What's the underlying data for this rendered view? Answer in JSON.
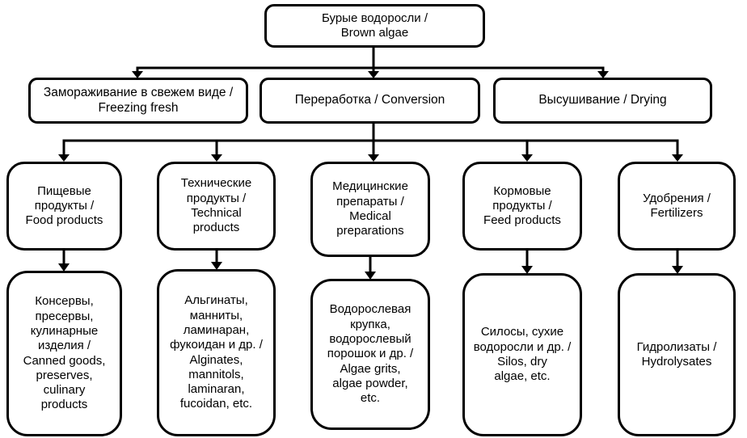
{
  "diagram": {
    "title": "Brown algae processing flowchart",
    "root": {
      "id": "brown-algae",
      "label": "Бурые водоросли /\nBrown algae"
    },
    "processes": [
      {
        "id": "freezing-fresh",
        "label": "Замораживание в свежем виде /\nFreezing fresh"
      },
      {
        "id": "conversion",
        "label": "Переработка / Conversion"
      },
      {
        "id": "drying",
        "label": "Высушивание / Drying"
      }
    ],
    "categories": [
      {
        "id": "food-products",
        "label": "Пищевые\nпродукты /\nFood products"
      },
      {
        "id": "technical-products",
        "label": "Технические\nпродукты /\nTechnical\nproducts"
      },
      {
        "id": "medical-preparations",
        "label": "Медицинские\nпрепараты /\nMedical\npreparations"
      },
      {
        "id": "feed-products",
        "label": "Кормовые\nпродукты /\nFeed products"
      },
      {
        "id": "fertilizers",
        "label": "Удобрения /\nFertilizers"
      }
    ],
    "examples": [
      {
        "id": "food-examples",
        "label": "Консервы,\nпресервы,\nкулинарные\nизделия /\nCanned goods,\npreserves,\nculinary\nproducts"
      },
      {
        "id": "technical-examples",
        "label": "Альгинаты,\nманниты,\nламинаран,\nфукоидан и др. /\nAlginates,\nmannitols,\nlaminaran,\nfucoidan, etc."
      },
      {
        "id": "medical-examples",
        "label": "Водорослевая\nкрупка,\nводорослевый\nпорошок и др. /\nAlgae grits,\nalgae powder,\netc."
      },
      {
        "id": "feed-examples",
        "label": "Силосы, сухие\nводоросли и др. /\nSilos, dry\nalgae, etc."
      },
      {
        "id": "fertilizer-examples",
        "label": "Гидролизаты /\nHydrolysates"
      }
    ],
    "colors": {
      "line": "#000000",
      "box_border": "#000000",
      "box_background": "#ffffff",
      "text": "#000000"
    }
  }
}
